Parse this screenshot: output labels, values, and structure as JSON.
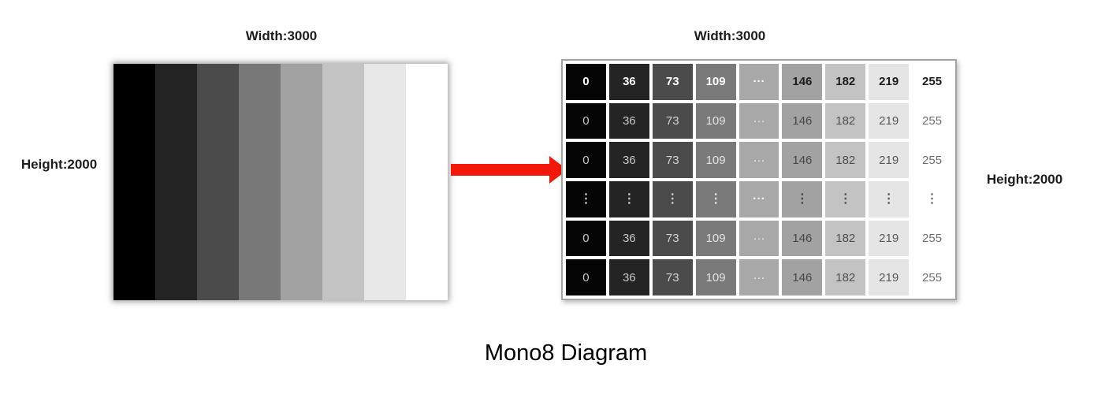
{
  "labels": {
    "left_width": "Width:3000",
    "left_height": "Height:2000",
    "right_width": "Width:3000",
    "right_height": "Height:2000",
    "title": "Mono8 Diagram"
  },
  "arrow": {
    "color": "#f2190b",
    "direction": "right"
  },
  "gradient": {
    "colors": [
      "#000000",
      "#242424",
      "#4b4b4b",
      "#787878",
      "#a2a2a2",
      "#c3c3c3",
      "#e7e7e7",
      "#ffffff"
    ]
  },
  "table": {
    "columns": [
      {
        "value": "0",
        "bg": "#050505",
        "text_bold": "#ffffff",
        "text": "#c6c6c6"
      },
      {
        "value": "36",
        "bg": "#242424",
        "text_bold": "#ffffff",
        "text": "#c8c8c8"
      },
      {
        "value": "73",
        "bg": "#4b4b4b",
        "text_bold": "#ffffff",
        "text": "#d2d2d2"
      },
      {
        "value": "109",
        "bg": "#7a7a7a",
        "text_bold": "#ffffff",
        "text": "#e2e2e2"
      },
      {
        "value": "···",
        "bg": "#a8a8a8",
        "text_bold": "#ffffff",
        "text": "#f0f0f0"
      },
      {
        "value": "146",
        "bg": "#a2a2a2",
        "text_bold": "#1c1c1c",
        "text": "#474747"
      },
      {
        "value": "182",
        "bg": "#c3c3c3",
        "text_bold": "#1c1c1c",
        "text": "#4f4f4f"
      },
      {
        "value": "219",
        "bg": "#e5e5e5",
        "text_bold": "#1c1c1c",
        "text": "#585858"
      },
      {
        "value": "255",
        "bg": "#ffffff",
        "text_bold": "#1c1c1c",
        "text": "#6e6e6e"
      }
    ],
    "rows": [
      {
        "style": "bold",
        "cells": [
          "0",
          "36",
          "73",
          "109",
          "···",
          "146",
          "182",
          "219",
          "255"
        ]
      },
      {
        "style": "normal",
        "cells": [
          "0",
          "36",
          "73",
          "109",
          "···",
          "146",
          "182",
          "219",
          "255"
        ]
      },
      {
        "style": "normal",
        "cells": [
          "0",
          "36",
          "73",
          "109",
          "···",
          "146",
          "182",
          "219",
          "255"
        ]
      },
      {
        "style": "dots",
        "cells": [
          "⋮",
          "⋮",
          "⋮",
          "⋮",
          "···",
          "⋮",
          "⋮",
          "⋮",
          "⋮"
        ]
      },
      {
        "style": "normal",
        "cells": [
          "0",
          "36",
          "73",
          "109",
          "···",
          "146",
          "182",
          "219",
          "255"
        ]
      },
      {
        "style": "normal",
        "cells": [
          "0",
          "36",
          "73",
          "109",
          "···",
          "146",
          "182",
          "219",
          "255"
        ]
      }
    ]
  }
}
